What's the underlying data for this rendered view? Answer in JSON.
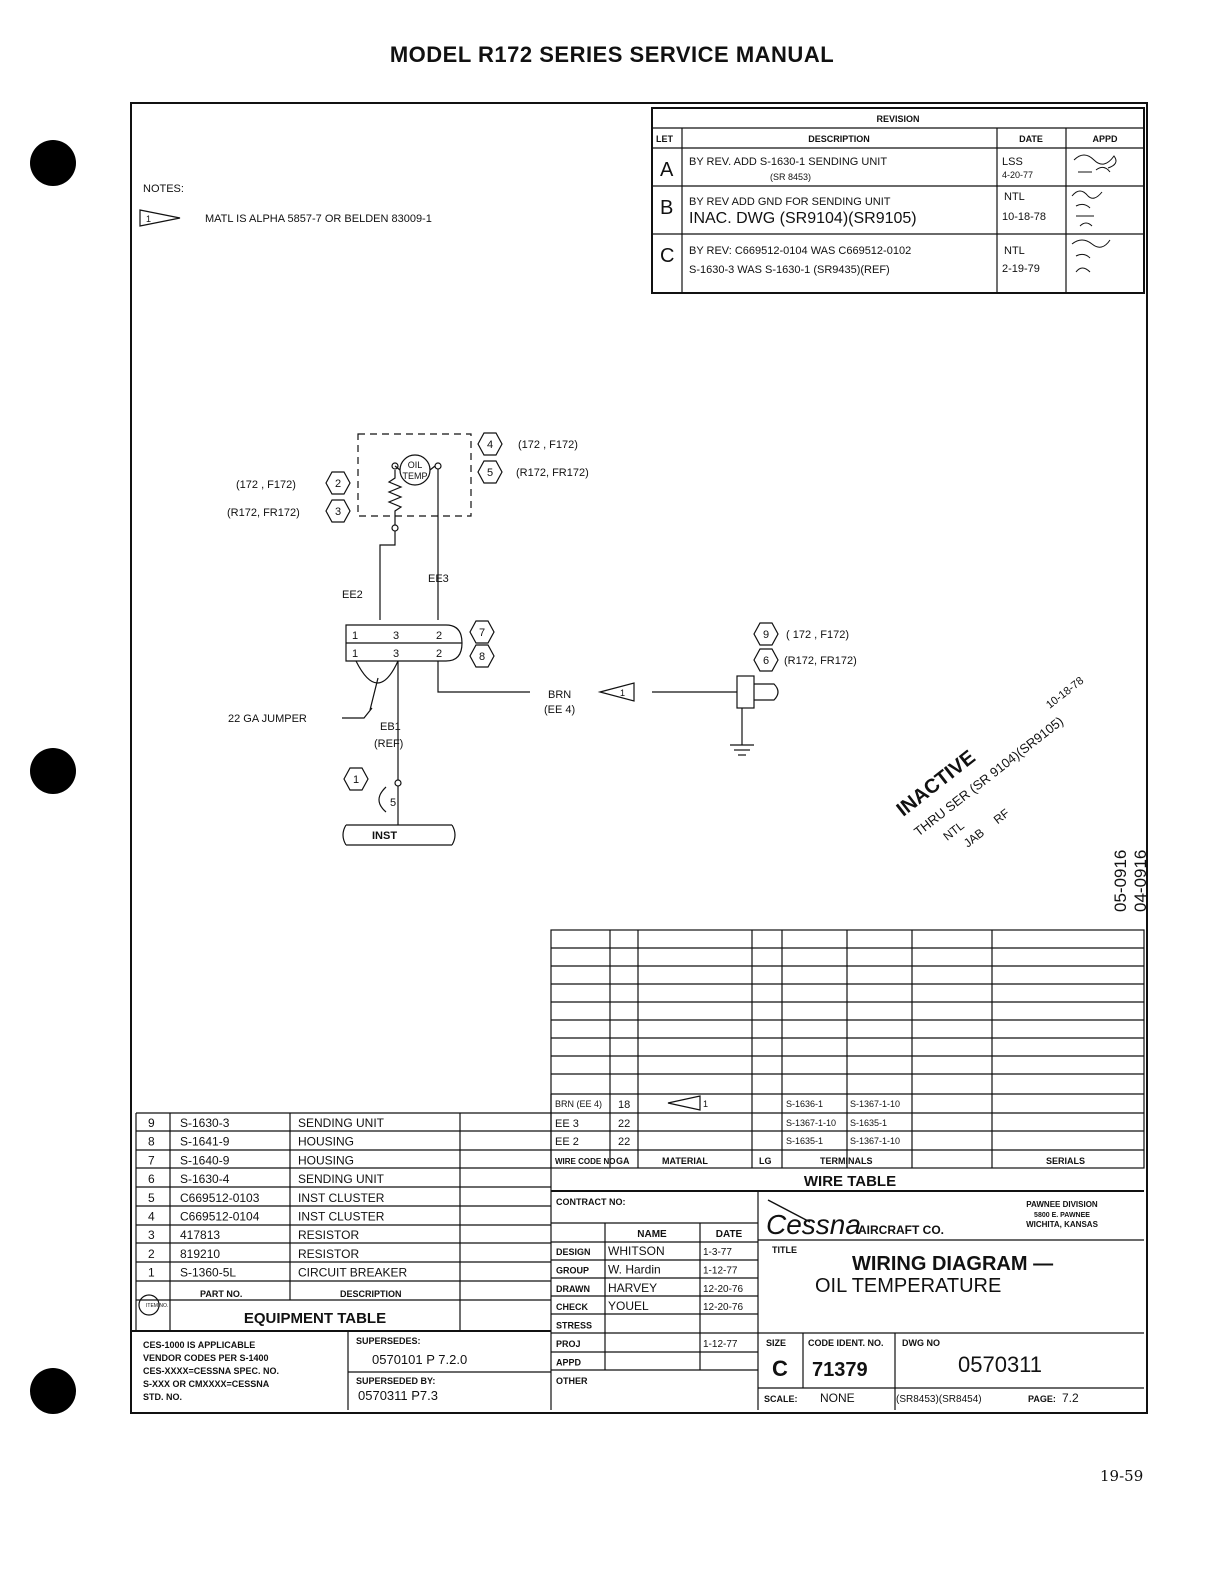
{
  "header": {
    "title": "MODEL R172 SERIES SERVICE MANUAL",
    "page_number": "19-59"
  },
  "notes": {
    "label": "NOTES:",
    "note1": "MATL IS ALPHA 5857-7 OR BELDEN 83009-1",
    "note1_ref": "1"
  },
  "revision": {
    "title": "REVISION",
    "headers": {
      "let": "LET",
      "description": "DESCRIPTION",
      "date": "DATE",
      "appd": "APPD"
    },
    "rows": [
      {
        "let": "A",
        "desc1": "BY REV. ADD S-1630-1 SENDING UNIT",
        "desc2": "(SR 8453)",
        "by": "LSS",
        "date": "4-20-77"
      },
      {
        "let": "B",
        "desc1": "BY REV ADD GND FOR SENDING UNIT",
        "desc2": "INAC. DWG (SR9104)(SR9105)",
        "by": "NTL",
        "date": "10-18-78"
      },
      {
        "let": "C",
        "desc1": "BY REV: C669512-0104 WAS C669512-0102",
        "desc2": "S-1630-3 WAS S-1630-1 (SR9435)(REF)",
        "by": "NTL",
        "date": "2-19-79"
      }
    ]
  },
  "diagram": {
    "ref_4": "4",
    "ref_4_label": "(172 , F172)",
    "ref_5": "5",
    "ref_5_label": "(R172, FR172)",
    "ref_2": "2",
    "ref_2_label": "(172 , F172)",
    "ref_3": "3",
    "ref_3_label": "(R172, FR172)",
    "oil_temp_1": "OIL",
    "oil_temp_2": "TEMP",
    "wire_ee2": "EE2",
    "wire_ee3": "EE3",
    "conn_top": [
      "1",
      "3",
      "2"
    ],
    "conn_bot": [
      "1",
      "3",
      "2"
    ],
    "ref_7": "7",
    "ref_8": "8",
    "ref_9": "9",
    "ref_9_label": "( 172 , F172)",
    "ref_6": "6",
    "ref_6_label": "(R172, FR172)",
    "brn": "BRN",
    "ee4": "(EE 4)",
    "note_ref": "1",
    "jumper": "22 GA JUMPER",
    "eb1": "EB1",
    "eb1_ref": "(REF)",
    "ref_1": "1",
    "pin_5": "5",
    "inst": "INST",
    "side_code_1": "05-0916",
    "side_code_2": "04-0916"
  },
  "stamp": {
    "line1": "INACTIVE",
    "line2": "THRU SER (SR 9104)(SR9105)",
    "line3": "10-18-78",
    "line4": "NTL",
    "line5": "JAB",
    "line6": "RF"
  },
  "wire_table": {
    "title": "WIRE TABLE",
    "headers": [
      "WIRE CODE NO",
      "GA",
      "MATERIAL",
      "LG",
      "TERMINALS",
      "SERIALS"
    ],
    "rows": [
      {
        "code": "BRN (EE 4)",
        "ga": "18",
        "material": "1",
        "term1": "S-1636-1",
        "term2": "S-1367-1-10"
      },
      {
        "code": "EE 3",
        "ga": "22",
        "material": "",
        "term1": "S-1367-1-10",
        "term2": "S-1635-1"
      },
      {
        "code": "EE 2",
        "ga": "22",
        "material": "",
        "term1": "S-1635-1",
        "term2": "S-1367-1-10"
      }
    ]
  },
  "equipment": {
    "title": "EQUIPMENT TABLE",
    "headers": {
      "item": "ITEM NO.",
      "part": "PART NO.",
      "desc": "DESCRIPTION"
    },
    "rows": [
      {
        "item": "9",
        "part": "S-1630-3",
        "desc": "SENDING UNIT"
      },
      {
        "item": "8",
        "part": "S-1641-9",
        "desc": "HOUSING"
      },
      {
        "item": "7",
        "part": "S-1640-9",
        "desc": "HOUSING"
      },
      {
        "item": "6",
        "part": "S-1630-4",
        "desc": "SENDING UNIT"
      },
      {
        "item": "5",
        "part": "C669512-0103",
        "desc": "INST CLUSTER"
      },
      {
        "item": "4",
        "part": "C669512-0104",
        "desc": "INST CLUSTER"
      },
      {
        "item": "3",
        "part": "417813",
        "desc": "RESISTOR"
      },
      {
        "item": "2",
        "part": "819210",
        "desc": "RESISTOR"
      },
      {
        "item": "1",
        "part": "S-1360-5L",
        "desc": "CIRCUIT BREAKER"
      }
    ]
  },
  "title_block": {
    "contract": "CONTRACT NO:",
    "name_hdr": "NAME",
    "date_hdr": "DATE",
    "signoffs": [
      {
        "role": "DESIGN",
        "name": "WHITSON",
        "date": "1-3-77"
      },
      {
        "role": "GROUP",
        "name": "W. Hardin",
        "date": "1-12-77"
      },
      {
        "role": "DRAWN",
        "name": "HARVEY",
        "date": "12-20-76"
      },
      {
        "role": "CHECK",
        "name": "YOUEL",
        "date": "12-20-76"
      },
      {
        "role": "STRESS",
        "name": "",
        "date": ""
      },
      {
        "role": "PROJ",
        "name": "",
        "date": "1-12-77"
      },
      {
        "role": "APPD",
        "name": "",
        "date": ""
      },
      {
        "role": "OTHER",
        "name": "",
        "date": ""
      }
    ],
    "brand": "Cessna",
    "brand_suffix": "AIRCRAFT CO.",
    "division": "PAWNEE DIVISION",
    "address1": "5800 E. PAWNEE",
    "address2": "WICHITA, KANSAS",
    "title_label": "TITLE",
    "title1": "WIRING DIAGRAM —",
    "title2": "OIL TEMPERATURE",
    "size_label": "SIZE",
    "size": "C",
    "code_label": "CODE IDENT. NO.",
    "code": "71379",
    "dwg_label": "DWG NO",
    "dwg": "0570311",
    "scale_label": "SCALE:",
    "scale": "NONE",
    "scale_refs": "(SR8453)(SR8454)",
    "page_label": "PAGE:",
    "page": "7.2",
    "ces1": "CES-1000 IS APPLICABLE",
    "ces2": "VENDOR CODES PER S-1400",
    "ces3": "CES-XXXX=CESSNA SPEC. NO.",
    "ces4": "S-XXX OR CMXXXX=CESSNA",
    "ces5": "STD. NO.",
    "supersedes_label": "SUPERSEDES:",
    "supersedes": "0570101 P 7.2.0",
    "superseded_label": "SUPERSEDED BY:",
    "superseded": "0570311 P7.3"
  }
}
